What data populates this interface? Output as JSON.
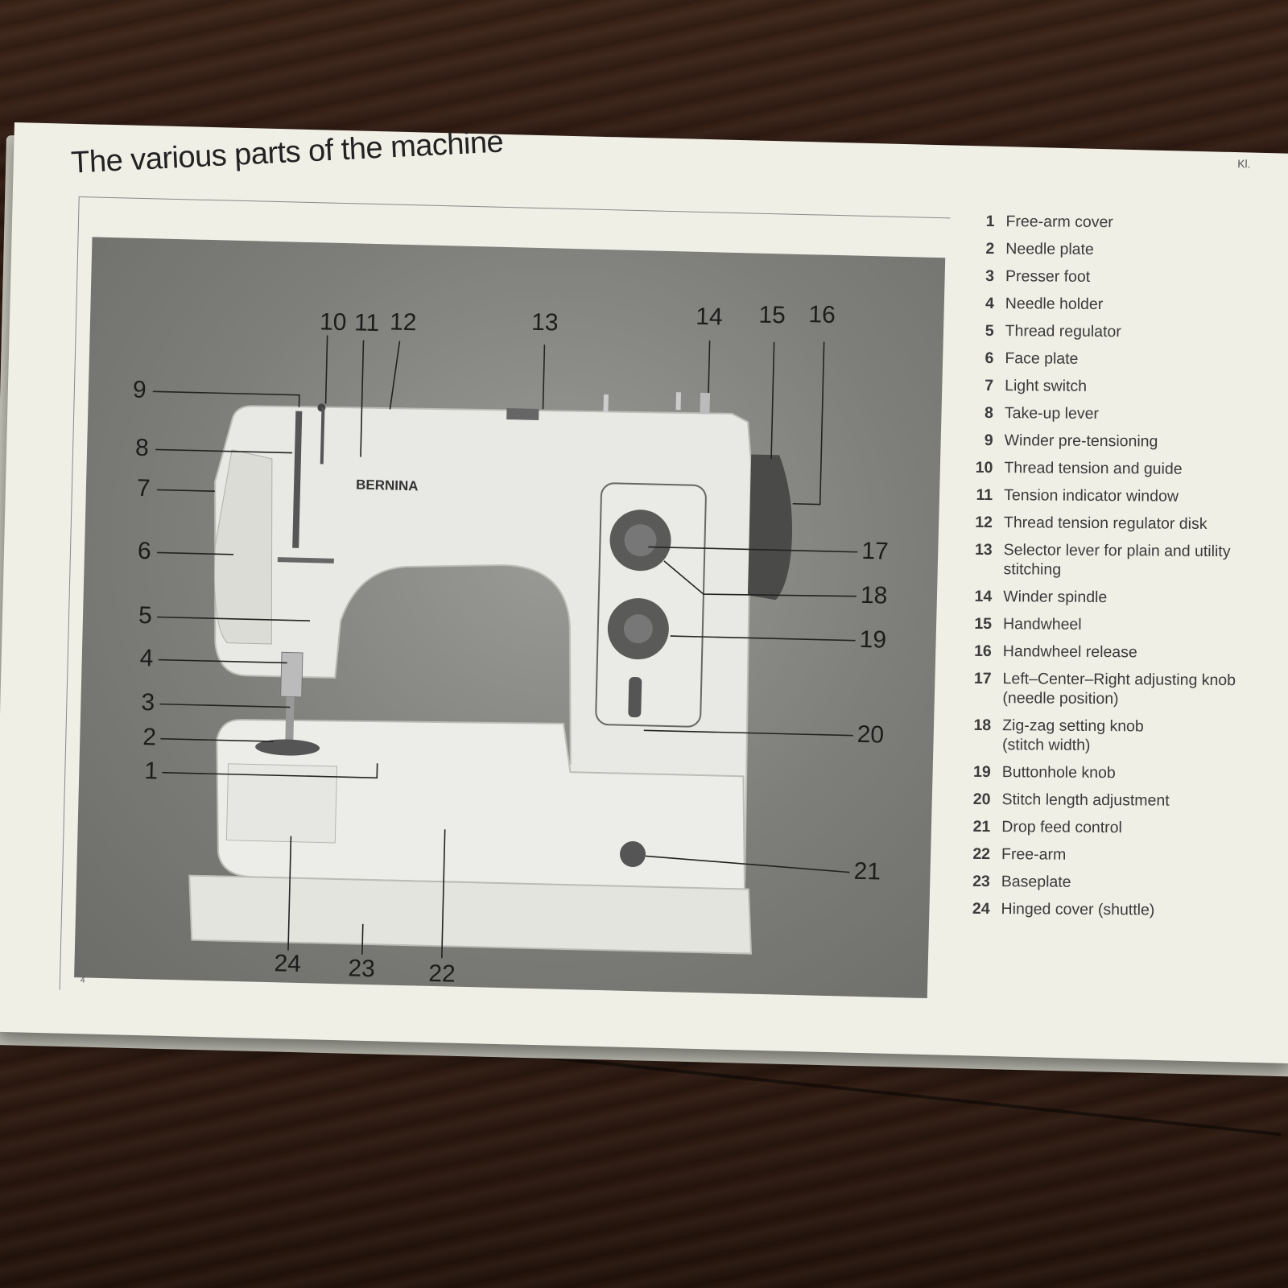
{
  "page": {
    "title": "The various parts of the machine",
    "page_number": "4",
    "corner_label": "Kl."
  },
  "photo": {
    "brand": "BERNINA",
    "callouts_top": [
      "10",
      "11",
      "12",
      "13",
      "14",
      "15",
      "16"
    ],
    "callouts_left": [
      "9",
      "8",
      "7",
      "6",
      "5",
      "4",
      "3",
      "2",
      "1"
    ],
    "callouts_right": [
      "17",
      "18",
      "19",
      "20",
      "21"
    ],
    "callouts_bottom": [
      "24",
      "23",
      "22"
    ]
  },
  "legend": [
    {
      "num": "1",
      "lines": [
        "Free-arm cover"
      ]
    },
    {
      "num": "2",
      "lines": [
        "Needle plate"
      ]
    },
    {
      "num": "3",
      "lines": [
        "Presser foot"
      ]
    },
    {
      "num": "4",
      "lines": [
        "Needle holder"
      ]
    },
    {
      "num": "5",
      "lines": [
        "Thread regulator"
      ]
    },
    {
      "num": "6",
      "lines": [
        "Face plate"
      ]
    },
    {
      "num": "7",
      "lines": [
        "Light switch"
      ]
    },
    {
      "num": "8",
      "lines": [
        "Take-up lever"
      ]
    },
    {
      "num": "9",
      "lines": [
        "Winder pre-tensioning"
      ]
    },
    {
      "num": "10",
      "lines": [
        "Thread tension and guide"
      ]
    },
    {
      "num": "11",
      "lines": [
        "Tension indicator window"
      ]
    },
    {
      "num": "12",
      "lines": [
        "Thread tension regulator disk"
      ]
    },
    {
      "num": "13",
      "lines": [
        "Selector lever for plain and utility",
        "stitching"
      ]
    },
    {
      "num": "14",
      "lines": [
        "Winder spindle"
      ]
    },
    {
      "num": "15",
      "lines": [
        "Handwheel"
      ]
    },
    {
      "num": "16",
      "lines": [
        "Handwheel release"
      ]
    },
    {
      "num": "17",
      "lines": [
        "Left–Center–Right adjusting knob",
        "(needle position)"
      ]
    },
    {
      "num": "18",
      "lines": [
        "Zig-zag setting knob",
        "(stitch width)"
      ]
    },
    {
      "num": "19",
      "lines": [
        "Buttonhole knob"
      ]
    },
    {
      "num": "20",
      "lines": [
        "Stitch length adjustment"
      ]
    },
    {
      "num": "21",
      "lines": [
        "Drop feed control"
      ]
    },
    {
      "num": "22",
      "lines": [
        "Free-arm"
      ]
    },
    {
      "num": "23",
      "lines": [
        "Baseplate"
      ]
    },
    {
      "num": "24",
      "lines": [
        "Hinged cover (shuttle)"
      ]
    }
  ]
}
